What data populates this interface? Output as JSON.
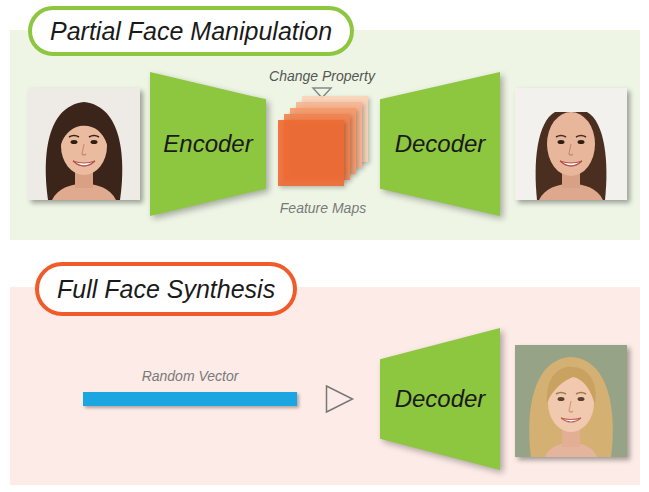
{
  "diagram": {
    "nodes": [
      {
        "text": [
          "Partial Face Manipulation"
        ]
      },
      {
        "text": [
          "Encoder"
        ]
      },
      {
        "text": [
          "Feature Maps"
        ]
      },
      {
        "text": [
          "Decoder"
        ]
      },
      {
        "text": [
          "Full Face Synthesis"
        ]
      },
      {
        "text": [
          "Random Vector"
        ]
      },
      {
        "text": [
          "Decoder"
        ]
      }
    ],
    "edges": [
      {
        "from": 5,
        "to": 6,
        "arrow": "to"
      }
    ],
    "labels": [
      "Change Property"
    ]
  }
}
